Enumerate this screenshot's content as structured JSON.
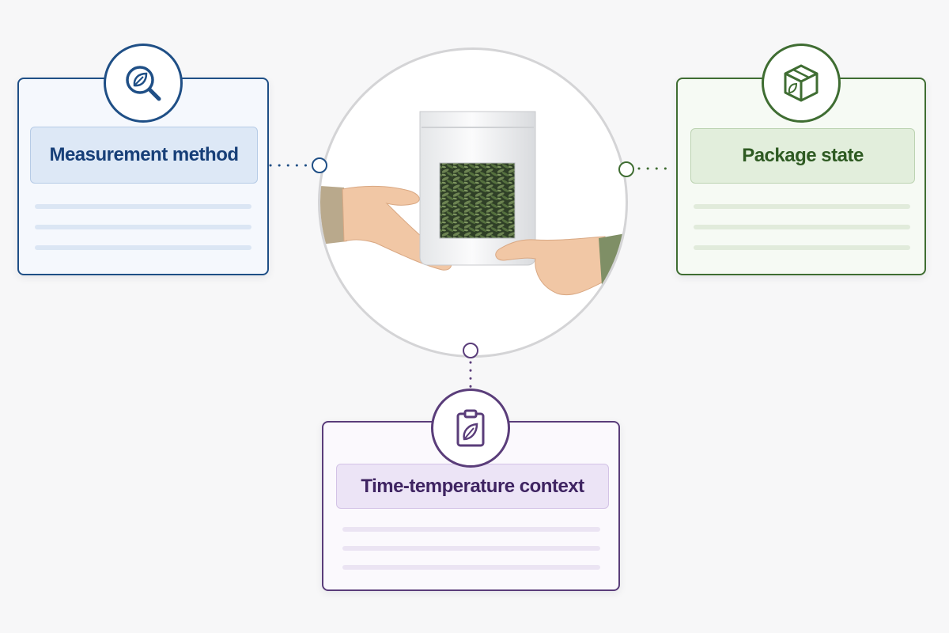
{
  "cards": {
    "measurement": {
      "title": "Measurement method",
      "icon": "magnifier-leaf-icon",
      "color": "#1f4f86"
    },
    "package": {
      "title": "Package state",
      "icon": "box-leaf-icon",
      "color": "#3f6d32"
    },
    "time": {
      "title": "Time-temperature context",
      "icon": "clipboard-leaf-icon",
      "color": "#5a3d7a"
    }
  },
  "center": {
    "image": "hands-exchanging-tea-pouch"
  }
}
